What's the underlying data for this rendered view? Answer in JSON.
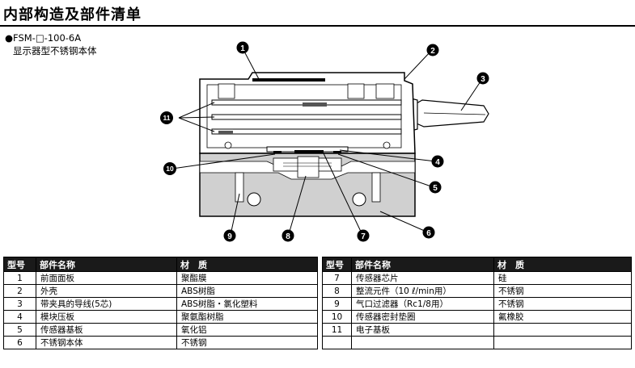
{
  "page": {
    "title": "内部构造及部件清单",
    "model": "●FSM-□-100-6A",
    "model_desc": "显示器型不锈钢本体"
  },
  "callouts": [
    "1",
    "2",
    "3",
    "4",
    "5",
    "6",
    "7",
    "8",
    "9",
    "10",
    "11"
  ],
  "table": {
    "headers": {
      "no": "型号",
      "name": "部件名称",
      "material": "材　质"
    },
    "left_rows": [
      {
        "no": "1",
        "name": "前面面板",
        "material": "聚酯膜"
      },
      {
        "no": "2",
        "name": "外壳",
        "material": "ABS树脂"
      },
      {
        "no": "3",
        "name": "带夹具的导线(5芯)",
        "material": "ABS树脂・氯化塑料"
      },
      {
        "no": "4",
        "name": "模块压板",
        "material": "聚氨酯树脂"
      },
      {
        "no": "5",
        "name": "传感器基板",
        "material": "氧化铝"
      },
      {
        "no": "6",
        "name": "不锈钢本体",
        "material": "不锈钢"
      }
    ],
    "right_rows": [
      {
        "no": "7",
        "name": "传感器芯片",
        "material": "硅"
      },
      {
        "no": "8",
        "name": "整流元件（10 ℓ/min用）",
        "material": "不锈钢"
      },
      {
        "no": "9",
        "name": "气口过滤器（Rc1/8用）",
        "material": "不锈钢"
      },
      {
        "no": "10",
        "name": "传感器密封垫圈",
        "material": "氟橡胶"
      },
      {
        "no": "11",
        "name": "电子基板",
        "material": ""
      },
      {
        "no": "",
        "name": "",
        "material": ""
      }
    ]
  }
}
